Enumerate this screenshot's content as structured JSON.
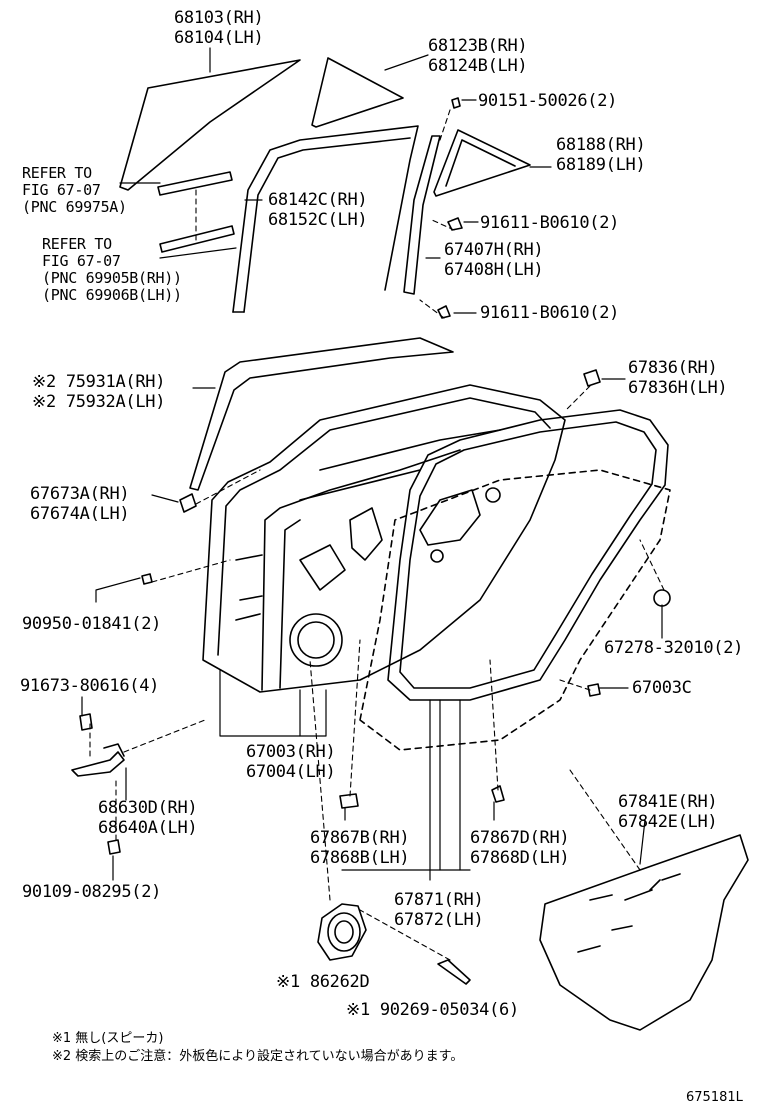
{
  "labels": {
    "p68103_rh": "68103(RH)",
    "p68104_lh": "68104(LH)",
    "p68123b_rh": "68123B(RH)",
    "p68124b_lh": "68124B(LH)",
    "p90151": "90151-50026(2)",
    "p68188_rh": "68188(RH)",
    "p68189_lh": "68189(LH)",
    "ref1_line1": "REFER TO",
    "ref1_line2": "FIG 67-07",
    "ref1_line3": "(PNC 69975A)",
    "p68142c_rh": "68142C(RH)",
    "p68152c_lh": "68152C(LH)",
    "p91611_a": "91611-B0610(2)",
    "ref2_line1": "REFER TO",
    "ref2_line2": "FIG 67-07",
    "ref2_line3": "(PNC 69905B(RH))",
    "ref2_line4": "(PNC 69906B(LH))",
    "p67407h_rh": "67407H(RH)",
    "p67408h_lh": "67408H(LH)",
    "p91611_b": "91611-B0610(2)",
    "p75931a_rh": "※2 75931A(RH)",
    "p75932a_lh": "※2 75932A(LH)",
    "p67836_rh": "67836(RH)",
    "p67836h_lh": "67836H(LH)",
    "p67673a_rh": "67673A(RH)",
    "p67674a_lh": "67674A(LH)",
    "p90950": "90950-01841(2)",
    "p67278": "67278-32010(2)",
    "p91673": "91673-80616(4)",
    "p67003c": "67003C",
    "p67003_rh": "67003(RH)",
    "p67004_lh": "67004(LH)",
    "p68630d_rh": "68630D(RH)",
    "p68640a_lh": "68640A(LH)",
    "p67841e_rh": "67841E(RH)",
    "p67842e_lh": "67842E(LH)",
    "p67867b_rh": "67867B(RH)",
    "p67868b_lh": "67868B(LH)",
    "p67867d_rh": "67867D(RH)",
    "p67868d_lh": "67868D(LH)",
    "p90109": "90109-08295(2)",
    "p67871_rh": "67871(RH)",
    "p67872_lh": "67872(LH)",
    "p86262d": "※1 86262D",
    "p90269": "※1 90269-05034(6)"
  },
  "notes": {
    "note1": "※1 無し(スピーカ)",
    "note2": "※2 検索上のご注意：外板色により設定されていない場合があります。"
  },
  "figure_code": "675181L"
}
